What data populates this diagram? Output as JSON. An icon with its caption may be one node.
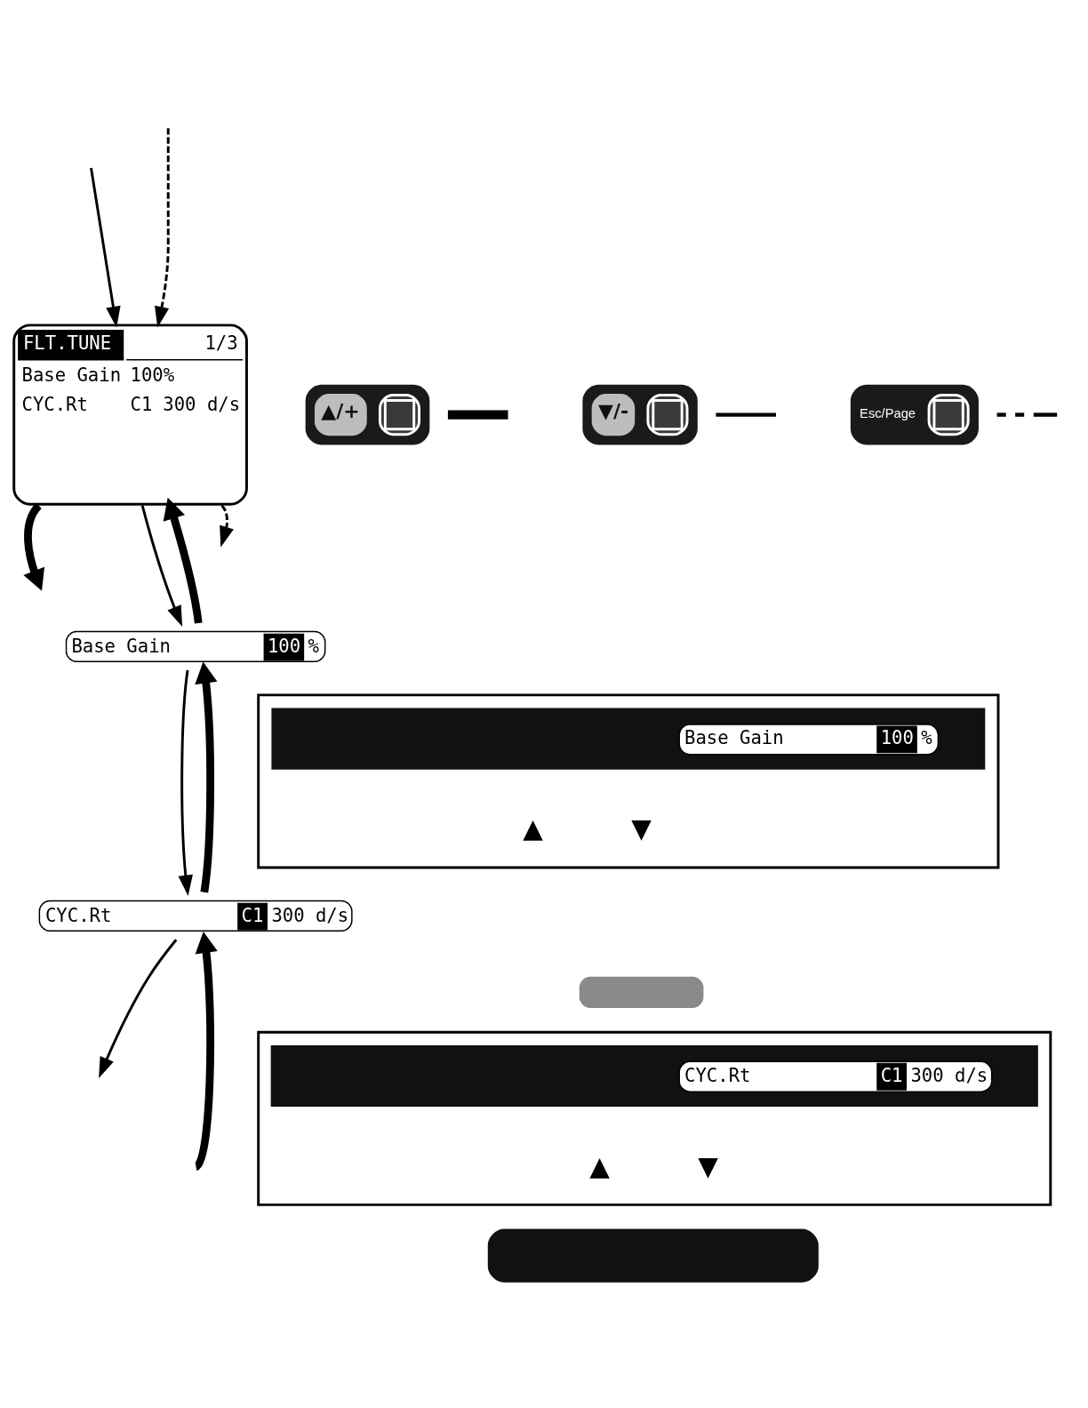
{
  "diagram": {
    "nodes": [
      {
        "text": [
          "FLT.TUNE",
          "1/3",
          "Base Gain",
          "100%",
          "CYC.Rt",
          "C1",
          "300 d/s"
        ]
      },
      {
        "text": [
          "Base Gain",
          "100",
          "%"
        ]
      },
      {
        "text": [],
        "shape": "box"
      },
      {
        "text": [
          "Base Gain",
          "100",
          "%"
        ],
        "in": 2
      },
      {
        "text": [
          "CYC.Rt",
          "C1",
          "300 d/s"
        ]
      },
      {
        "text": [],
        "shape": "box"
      },
      {
        "text": [],
        "shape": "box"
      },
      {
        "text": [
          "CYC.Rt",
          "C1",
          "300 d/s"
        ],
        "in": 6
      },
      {
        "text": [],
        "shape": "box"
      }
    ],
    "edges": [
      {
        "from": null,
        "to": 0,
        "arrow": "to",
        "style": "dashed"
      },
      {
        "from": null,
        "to": 0,
        "arrow": "to"
      },
      {
        "from": 0,
        "to": null,
        "arrow": "to",
        "style": "thick"
      },
      {
        "from": 1,
        "to": 0,
        "arrow": "to",
        "style": "thick"
      },
      {
        "from": 0,
        "to": 1,
        "arrow": "to"
      },
      {
        "from": 0,
        "to": null,
        "arrow": "to",
        "style": "dashed"
      },
      {
        "from": 4,
        "to": 1,
        "arrow": "to",
        "style": "thick"
      },
      {
        "from": 1,
        "to": 4,
        "arrow": "to"
      },
      {
        "from": null,
        "to": 4,
        "arrow": "to",
        "style": "thick"
      },
      {
        "from": 4,
        "to": null,
        "arrow": "to"
      }
    ],
    "labels": [
      "▲",
      "▼",
      "▲",
      "▼"
    ],
    "legend": [
      {
        "text": "▲/+"
      },
      {
        "text": "▼/-"
      },
      {
        "text": "Esc/Page"
      }
    ]
  }
}
